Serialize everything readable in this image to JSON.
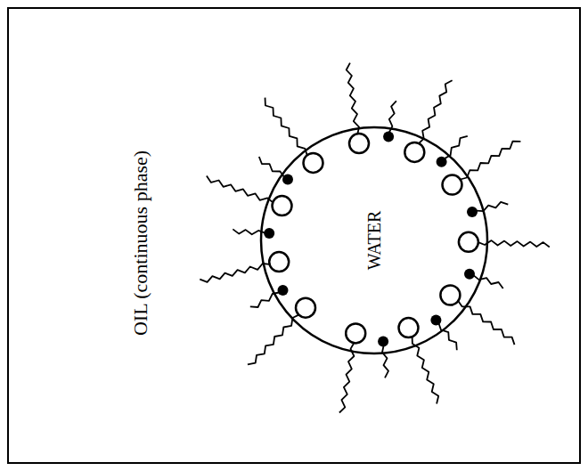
{
  "diagram": {
    "nodes": [
      {
        "text": [
          "OIL (continuous phase)"
        ]
      },
      {
        "text": [
          "WATER"
        ],
        "in": 0
      }
    ]
  }
}
